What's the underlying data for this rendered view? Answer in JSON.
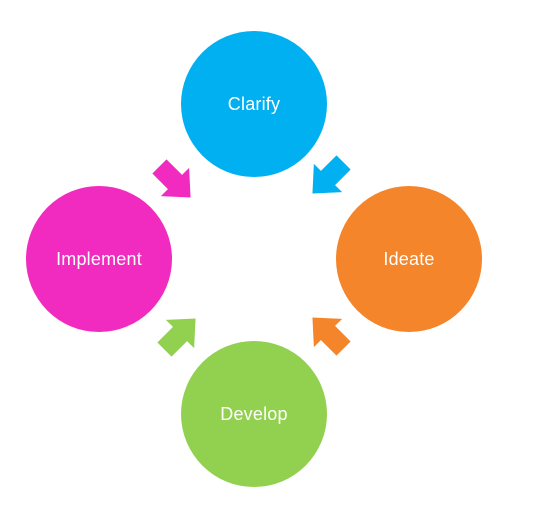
{
  "diagram": {
    "type": "cycle",
    "nodes": [
      {
        "id": "clarify",
        "label": "Clarify",
        "color": "#00b0f0"
      },
      {
        "id": "ideate",
        "label": "Ideate",
        "color": "#f5852b"
      },
      {
        "id": "develop",
        "label": "Develop",
        "color": "#92d050"
      },
      {
        "id": "implement",
        "label": "Implement",
        "color": "#f12bbf"
      }
    ],
    "edges": [
      {
        "from": "clarify",
        "to": "ideate",
        "color": "#00b0f0"
      },
      {
        "from": "ideate",
        "to": "develop",
        "color": "#f5852b"
      },
      {
        "from": "develop",
        "to": "implement",
        "color": "#92d050"
      },
      {
        "from": "implement",
        "to": "clarify",
        "color": "#f12bbf"
      }
    ]
  }
}
